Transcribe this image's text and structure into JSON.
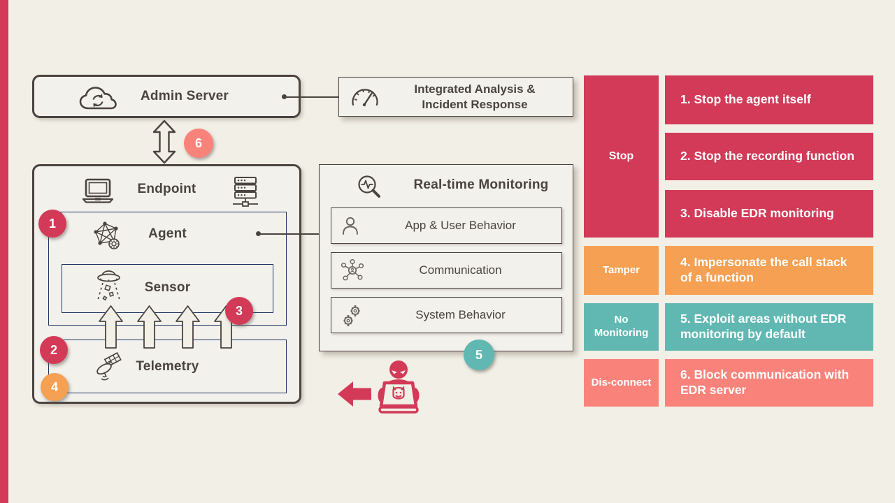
{
  "colors": {
    "background": "#f2efe6",
    "accent_bar": "#d23a58",
    "box_fill": "#f3f1ec",
    "outline_dark": "#4a4340",
    "outline_navy": "#1e3461",
    "crimson": "#d23a58",
    "orange": "#f5a052",
    "teal": "#61b8b3",
    "salmon": "#f9837b"
  },
  "diagram": {
    "admin_server": {
      "label": "Admin Server",
      "icon": "cloud-sync-icon"
    },
    "integrated_analysis": {
      "label_line1": "Integrated Analysis &",
      "label_line2": "Incident Response",
      "icon": "gauge-icon"
    },
    "endpoint": {
      "label": "Endpoint",
      "icon_left": "laptop-icon",
      "icon_right": "server-rack-icon"
    },
    "agent": {
      "label": "Agent",
      "icon": "mesh-network-icon"
    },
    "sensor": {
      "label": "Sensor",
      "icon": "ufo-icon"
    },
    "telemetry": {
      "label": "Telemetry",
      "icon": "satellite-icon"
    },
    "monitoring": {
      "title": "Real-time Monitoring",
      "icon": "magnifier-pulse-icon",
      "items": [
        {
          "label": "App & User Behavior",
          "icon": "person-icon"
        },
        {
          "label": "Communication",
          "icon": "network-hub-icon"
        },
        {
          "label": "System Behavior",
          "icon": "gears-icon"
        }
      ]
    },
    "badges": [
      {
        "n": "1",
        "color": "#d23a58"
      },
      {
        "n": "2",
        "color": "#d23a58"
      },
      {
        "n": "3",
        "color": "#d23a58"
      },
      {
        "n": "4",
        "color": "#f5a052"
      },
      {
        "n": "5",
        "color": "#61b8b3"
      },
      {
        "n": "6",
        "color": "#f9837b"
      }
    ],
    "attacker": {
      "icon": "hacker-laptop-icon",
      "arrow_icon": "left-arrow-icon"
    }
  },
  "attack_table": {
    "groups": [
      {
        "label": "Stop",
        "color": "#d23a58",
        "rows": [
          "1. Stop the agent itself",
          "2. Stop the recording function",
          "3. Disable EDR monitoring"
        ]
      },
      {
        "label": "Tamper",
        "color": "#f5a052",
        "rows": [
          "4. Impersonate the call stack of a function"
        ]
      },
      {
        "label": "No Monitoring",
        "color": "#61b8b3",
        "rows": [
          "5. Exploit areas without EDR monitoring by default"
        ]
      },
      {
        "label": "Dis-connect",
        "color": "#f9837b",
        "rows": [
          "6. Block communication with EDR server"
        ]
      }
    ]
  }
}
